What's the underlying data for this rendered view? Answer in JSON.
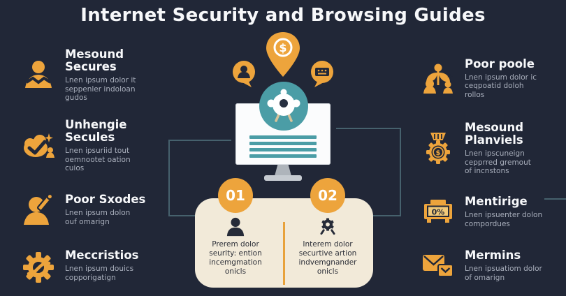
{
  "title": "Internet Security and Browsing Guides",
  "colors": {
    "background": "#212737",
    "accent_orange": "#EDA43C",
    "teal": "#4B9DA6",
    "card_cream": "#F2EAD9",
    "heading_text": "#F7F8FA",
    "body_text": "#A9AFBC",
    "dark_navy": "#222838",
    "connector": "#46616D"
  },
  "left_items": [
    {
      "icon": "map-person-icon",
      "heading": "Mesound\nSecures",
      "body": "Lnen ipsum dolor it\nseppenler indoloan\ngudos"
    },
    {
      "icon": "checkmark-blob-icon",
      "heading": "Unhengie\nSecules",
      "body": "Lnen ipsuriid tout\noemnootet oation\ncuios"
    },
    {
      "icon": "person-pencil-icon",
      "heading": "Poor Sxodes",
      "body": "Lnen ipsum dolon\nouf omarign"
    },
    {
      "icon": "gear-swoosh-icon",
      "heading": "Meccristios",
      "body": "Lnen ipsum douics\ncopporigatign"
    }
  ],
  "right_items": [
    {
      "icon": "plant-people-icon",
      "heading": "Poor poole",
      "body": "Lnen ipsum dolor ic\nceqpoatid doloh\nrollos"
    },
    {
      "icon": "gear-dollar-icon",
      "icon_label": "$",
      "heading": "Mesound\nPlanviels",
      "body": "Lnen ipscuneign\ncepprred gremout\nof incnstons"
    },
    {
      "icon": "percent-board-icon",
      "icon_label": "0%",
      "heading": "Mentirige",
      "body": "Lnen ipsuenter dolon\ncompordues"
    },
    {
      "icon": "envelopes-icon",
      "heading": "Mermins",
      "body": "Lnen ipsuatiom dolor\nof omarign"
    }
  ],
  "center": {
    "dollar_sign": "$",
    "bubble_icons": [
      "person-bubble-icon",
      "dollar-pin-icon",
      "chat-card-bubble-icon"
    ],
    "monitor_icon": "bug-monitor-illustration"
  },
  "steps_card": {
    "steps": [
      {
        "number": "01",
        "icon": "person-icon",
        "text": "Prerem dolor\nseurlty: ention\nincemgmation\nonicls"
      },
      {
        "number": "02",
        "icon": "gear-search-icon",
        "text": "Interem dolor\nsecurtive artion\nindvemgnander\nonicls"
      }
    ]
  }
}
